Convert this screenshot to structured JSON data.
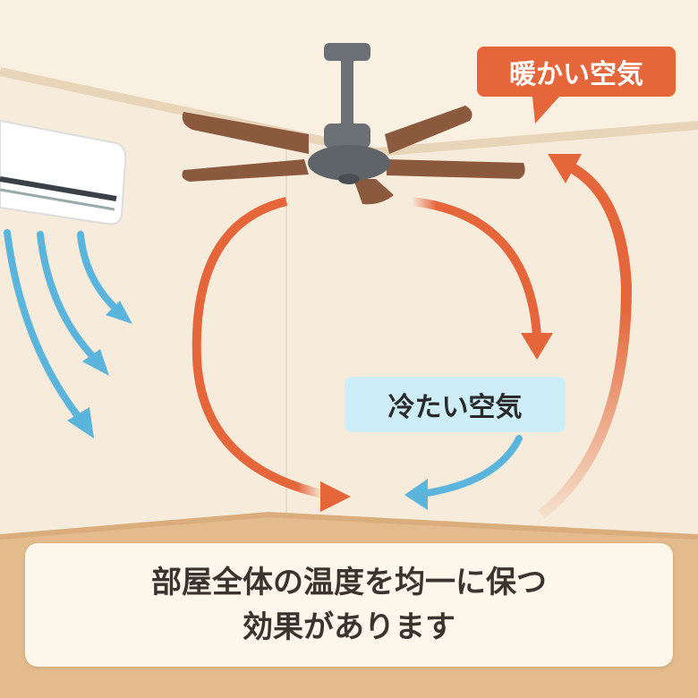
{
  "labels": {
    "warm_air": "暖かい空気",
    "cool_air": "冷たい空気"
  },
  "caption": {
    "line1": "部屋全体の温度を均一に保つ",
    "line2": "効果があります"
  },
  "colors": {
    "warm": "#e4663a",
    "cool": "#5bb4dc",
    "floor": "#e3bb8c",
    "wall": "#f7ecdb"
  }
}
